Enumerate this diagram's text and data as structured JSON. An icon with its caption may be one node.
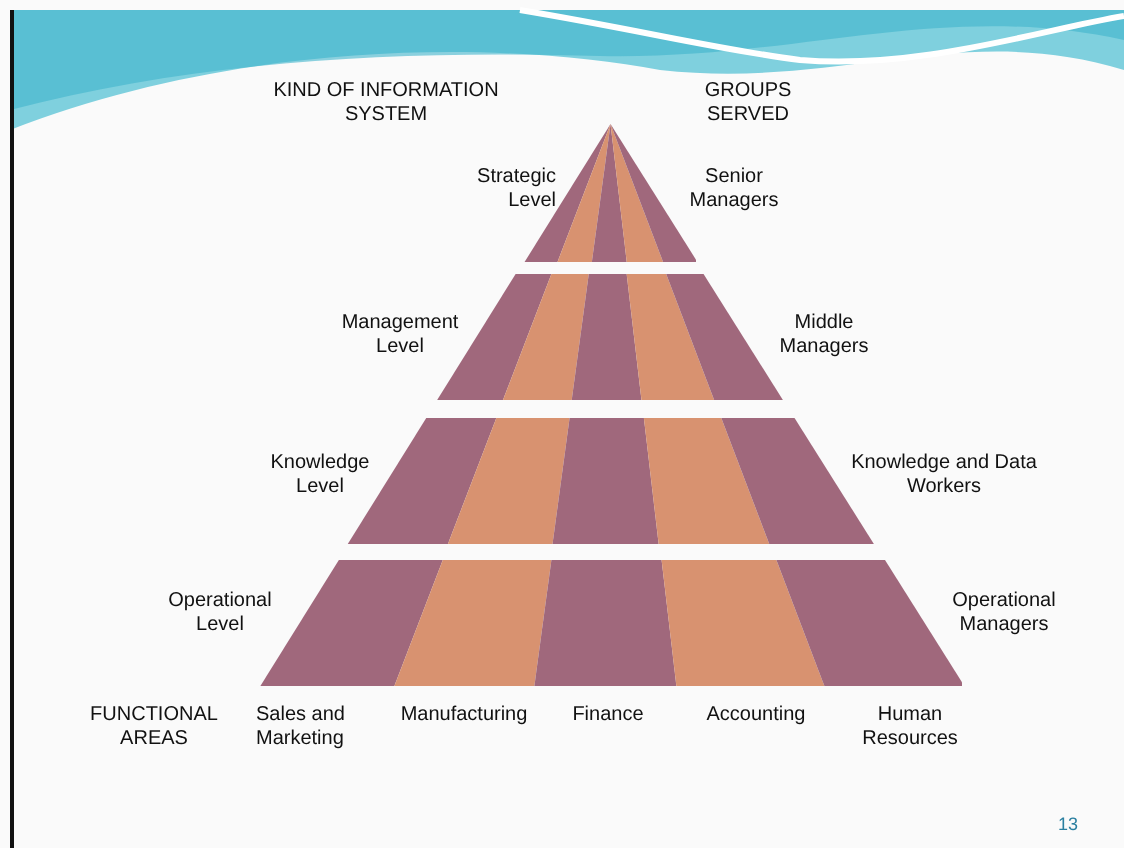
{
  "diagram": {
    "nodes": [
      {
        "text": [],
        "shape": "triangle",
        "beside": [
          "Strategic Level",
          "Senior Managers"
        ]
      },
      {
        "text": [],
        "shape": "trapezoid",
        "beside": [
          "Management Level",
          "Middle Managers"
        ]
      },
      {
        "text": [],
        "shape": "trapezoid",
        "beside": [
          "Knowledge Level",
          "Knowledge and Data Workers"
        ]
      },
      {
        "text": [],
        "shape": "trapezoid",
        "beside": [
          "Operational Level",
          "Operational Managers"
        ]
      }
    ],
    "labels": [
      "KIND OF INFORMATION SYSTEM",
      "GROUPS SERVED",
      "FUNCTIONAL AREAS",
      "Sales and Marketing",
      "Manufacturing",
      "Finance",
      "Accounting",
      "Human Resources",
      "13"
    ]
  }
}
